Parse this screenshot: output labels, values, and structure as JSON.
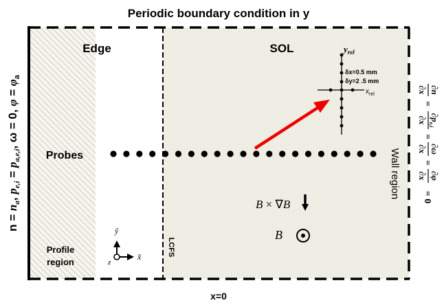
{
  "title": "Periodic boundary condition in y",
  "bottom_label": "x=0",
  "left_boundary": "n = n_a, p_{e,i} = p_{a,e,i}, ω = 0, φ = φ_a",
  "right_boundary": "∂n/∂x = ∂p_{e,i}/∂x = ∂ω/∂x = ∂φ/∂x = 0",
  "labels": {
    "edge": "Edge",
    "sol": "SOL",
    "probes": "Probes",
    "wall_region": "Wall region",
    "profile_region_1": "Profile",
    "profile_region_2": "region",
    "lcfs": "LCFS"
  },
  "inset": {
    "y_axis": "y_rel",
    "x_axis": "x_rel",
    "dx": "δx=0.5  mm",
    "dy": "δy=2 .5 mm"
  },
  "physics": {
    "gradb": "B × ∇B",
    "b": "B"
  },
  "axes": {
    "y": "ŷ",
    "x": "x̂",
    "z": "z"
  },
  "colors": {
    "arrow": "#ee0000",
    "sol_fill": "#efefe5",
    "hatch": "#d3d0c0"
  },
  "probes": {
    "count": 21
  }
}
